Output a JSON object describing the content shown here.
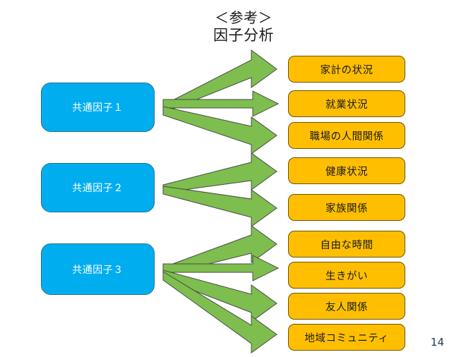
{
  "slide": {
    "title_line1": "＜参考＞",
    "title_line2": "因子分析",
    "page_number": "14",
    "colors": {
      "factor_fill": "#00AEEF",
      "factor_text": "#FFFFFF",
      "item_fill": "#FFBF00",
      "item_text": "#1A1A1A",
      "arrow_fill": "#7DBE4E",
      "arrow_outline": "#4A4A4A",
      "background": "#FFFFFF",
      "page_number_color": "#1F3864"
    }
  },
  "factors": [
    {
      "id": "factor-1",
      "label": "共通因子１",
      "arrow_count": 3
    },
    {
      "id": "factor-2",
      "label": "共通因子２",
      "arrow_count": 2
    },
    {
      "id": "factor-3",
      "label": "共通因子３",
      "arrow_count": 4
    }
  ],
  "items": [
    {
      "id": "item-0",
      "label": "家計の状況",
      "factor": 1
    },
    {
      "id": "item-1",
      "label": "就業状況",
      "factor": 1
    },
    {
      "id": "item-2",
      "label": "職場の人間関係",
      "factor": 1
    },
    {
      "id": "item-3",
      "label": "健康状況",
      "factor": 2
    },
    {
      "id": "item-4",
      "label": "家族関係",
      "factor": 2
    },
    {
      "id": "item-5",
      "label": "自由な時間",
      "factor": 3
    },
    {
      "id": "item-6",
      "label": "生きがい",
      "factor": 3
    },
    {
      "id": "item-7",
      "label": "友人関係",
      "factor": 3
    },
    {
      "id": "item-8",
      "label": "地域コミュニティ",
      "factor": 3
    }
  ],
  "arrows": [
    {
      "name": "arrow-factor1-to-item0",
      "from": "共通因子１",
      "to": "家計の状況"
    },
    {
      "name": "arrow-factor1-to-item1",
      "from": "共通因子１",
      "to": "就業状況"
    },
    {
      "name": "arrow-factor1-to-item2",
      "from": "共通因子１",
      "to": "職場の人間関係"
    },
    {
      "name": "arrow-factor2-to-item3",
      "from": "共通因子２",
      "to": "健康状況"
    },
    {
      "name": "arrow-factor2-to-item4",
      "from": "共通因子２",
      "to": "家族関係"
    },
    {
      "name": "arrow-factor3-to-item5",
      "from": "共通因子３",
      "to": "自由な時間"
    },
    {
      "name": "arrow-factor3-to-item6",
      "from": "共通因子３",
      "to": "生きがい"
    },
    {
      "name": "arrow-factor3-to-item7",
      "from": "共通因子３",
      "to": "友人関係"
    },
    {
      "name": "arrow-factor3-to-item8",
      "from": "共通因子３",
      "to": "地域コミュニティ"
    }
  ]
}
